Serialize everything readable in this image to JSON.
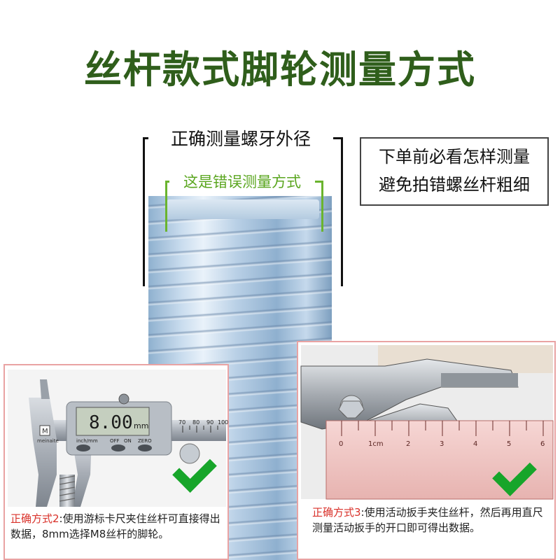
{
  "title": "丝杆款式脚轮测量方式",
  "measure": {
    "correct_label": "正确测量螺牙外径",
    "wrong_label": "这是错误测量方式"
  },
  "note": {
    "line1": "下单前必看怎样测量",
    "line2": "避免拍错螺丝杆粗细"
  },
  "caliper_panel": {
    "display_value": "8.00",
    "display_unit": "mm",
    "brand": "meinaite",
    "unit_label": "inch/mm",
    "btn_off": "OFF",
    "btn_on": "ON",
    "btn_zero": "ZERO",
    "scale_ticks": [
      "70",
      "80",
      "90",
      "100"
    ],
    "caption_highlight": "正确方式2",
    "caption_text": ":使用游标卡尺夹住丝杆可直接得出数据，8mm选择M8丝杆的脚轮。",
    "check_icon": "checkmark-icon"
  },
  "wrench_panel": {
    "ruler_ticks": [
      "0",
      "1cm",
      "2",
      "3",
      "4",
      "5",
      "6"
    ],
    "caption_highlight": "正确方式3",
    "caption_text": ":使用活动扳手夹住丝杆，然后再用直尺测量活动扳手的开口即可得出数据。",
    "check_icon": "checkmark-icon"
  },
  "colors": {
    "title_green": "#2f5e1b",
    "wrong_green": "#5aa61f",
    "highlight_red": "#d9312a",
    "check_green": "#17a52a",
    "panel_border": "#e9a3a3"
  }
}
